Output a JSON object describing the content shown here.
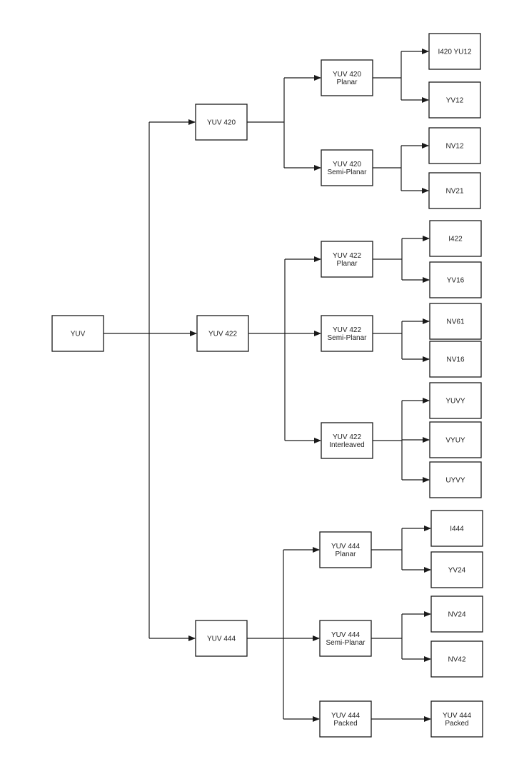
{
  "nodes": {
    "yuv": [
      "YUV"
    ],
    "yuv420": [
      "YUV 420"
    ],
    "yuv422": [
      "YUV 422"
    ],
    "yuv444": [
      "YUV 444"
    ],
    "yuv420_planar": [
      "YUV 420",
      "Planar"
    ],
    "yuv420_semi_planar": [
      "YUV 420",
      "Semi-Planar"
    ],
    "yuv422_planar": [
      "YUV 422",
      "Planar"
    ],
    "yuv422_semi_planar": [
      "YUV 422",
      "Semi-Planar"
    ],
    "yuv422_interleaved": [
      "YUV 422",
      "Interleaved"
    ],
    "yuv444_planar": [
      "YUV 444",
      "Planar"
    ],
    "yuv444_semi_planar": [
      "YUV 444",
      "Semi-Planar"
    ],
    "yuv444_packed": [
      "YUV 444",
      "Packed"
    ],
    "i420_yu12": [
      "I420 YU12"
    ],
    "yv12": [
      "YV12"
    ],
    "nv12": [
      "NV12"
    ],
    "nv21": [
      "NV21"
    ],
    "i422": [
      "I422"
    ],
    "yv16": [
      "YV16"
    ],
    "nv61": [
      "NV61"
    ],
    "nv16": [
      "NV16"
    ],
    "yuvy": [
      "YUVY"
    ],
    "vyuy": [
      "VYUY"
    ],
    "uyvy": [
      "UYVY"
    ],
    "i444": [
      "I444"
    ],
    "yv24": [
      "YV24"
    ],
    "nv24": [
      "NV24"
    ],
    "nv42": [
      "NV42"
    ],
    "yuv444_packed_format": [
      "YUV 444",
      "Packed"
    ]
  },
  "edges": [
    [
      "yuv",
      "yuv420"
    ],
    [
      "yuv",
      "yuv422"
    ],
    [
      "yuv",
      "yuv444"
    ],
    [
      "yuv420",
      "yuv420_planar"
    ],
    [
      "yuv420",
      "yuv420_semi_planar"
    ],
    [
      "yuv422",
      "yuv422_planar"
    ],
    [
      "yuv422",
      "yuv422_semi_planar"
    ],
    [
      "yuv422",
      "yuv422_interleaved"
    ],
    [
      "yuv444",
      "yuv444_planar"
    ],
    [
      "yuv444",
      "yuv444_semi_planar"
    ],
    [
      "yuv444",
      "yuv444_packed"
    ],
    [
      "yuv420_planar",
      "i420_yu12"
    ],
    [
      "yuv420_planar",
      "yv12"
    ],
    [
      "yuv420_semi_planar",
      "nv12"
    ],
    [
      "yuv420_semi_planar",
      "nv21"
    ],
    [
      "yuv422_planar",
      "i422"
    ],
    [
      "yuv422_planar",
      "yv16"
    ],
    [
      "yuv422_semi_planar",
      "nv61"
    ],
    [
      "yuv422_semi_planar",
      "nv16"
    ],
    [
      "yuv422_interleaved",
      "yuvy"
    ],
    [
      "yuv422_interleaved",
      "vyuy"
    ],
    [
      "yuv422_interleaved",
      "uyvy"
    ],
    [
      "yuv444_planar",
      "i444"
    ],
    [
      "yuv444_planar",
      "yv24"
    ],
    [
      "yuv444_semi_planar",
      "nv24"
    ],
    [
      "yuv444_semi_planar",
      "nv42"
    ],
    [
      "yuv444_packed",
      "yuv444_packed_format"
    ]
  ]
}
